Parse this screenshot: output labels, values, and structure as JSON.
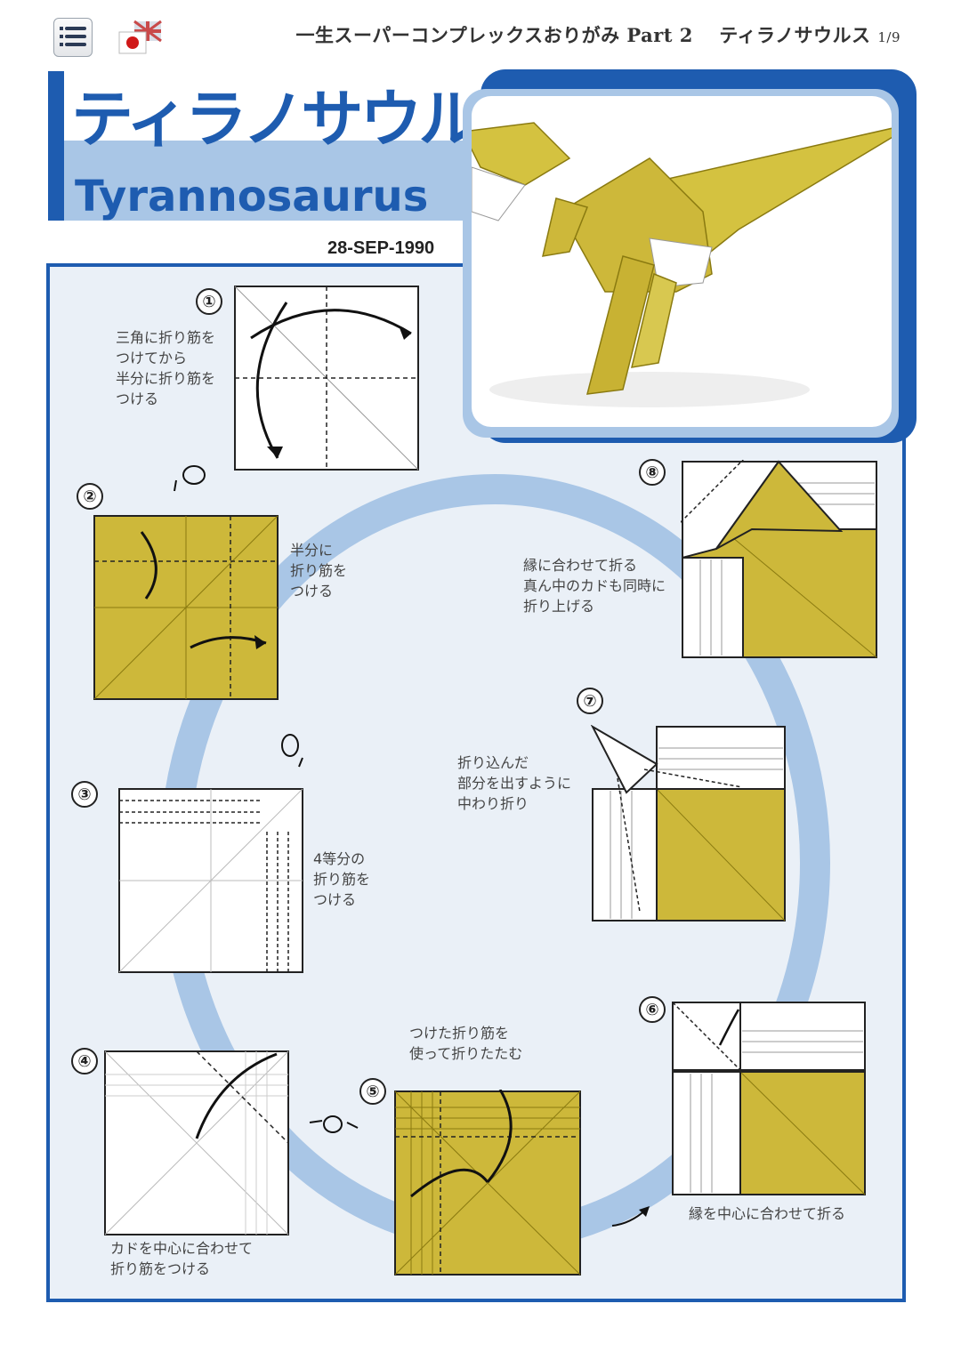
{
  "header": {
    "menu_icon": "menu-icon",
    "language_icon": "japan-uk-flag-icon",
    "title": "一生スーパーコンプレックスおりがみ Part 2　 ティラノサウルス",
    "page": "1/9"
  },
  "title": {
    "japanese": "ティラノサウルス",
    "english": "Tyrannosaurus",
    "date": "28-SEP-1990"
  },
  "colors": {
    "accent_blue": "#1e5cb0",
    "light_blue": "#a9c6e6",
    "paper_yellow": "#cdb83a",
    "background": "#eaf0f7"
  },
  "steps": [
    {
      "num": "①",
      "text": "三角に折り筋を\nつけてから\n半分に折り筋を\nつける"
    },
    {
      "num": "②",
      "text": "半分に\n折り筋を\nつける"
    },
    {
      "num": "③",
      "text": "4等分の\n折り筋を\nつける"
    },
    {
      "num": "④",
      "text": "カドを中心に合わせて\n折り筋をつける"
    },
    {
      "num": "⑤",
      "text": "つけた折り筋を\n使って折りたたむ"
    },
    {
      "num": "⑥",
      "text": "縁を中心に合わせて折る"
    },
    {
      "num": "⑦",
      "text": "折り込んだ\n部分を出すように\n中わり折り"
    },
    {
      "num": "⑧",
      "text": "縁に合わせて折る\n真ん中のカドも同時に\n折り上げる"
    }
  ]
}
